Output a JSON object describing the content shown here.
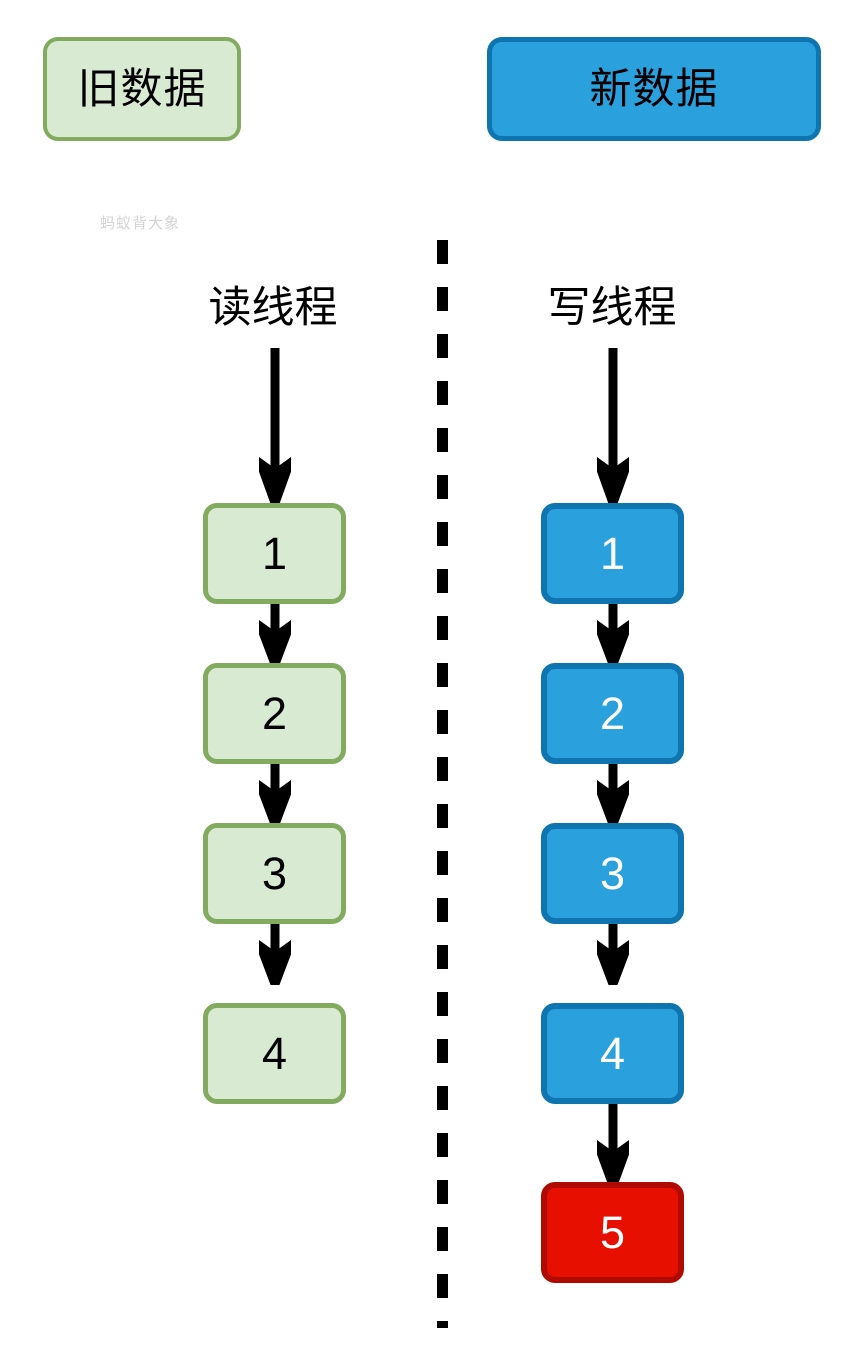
{
  "diagram": {
    "title_semantic": "read-write-thread-data-version-diagram",
    "watermark": "蚂蚁背大象",
    "legend": {
      "old_data": {
        "label": "旧数据",
        "fill": "#d9ead3",
        "stroke": "#82ab5f"
      },
      "new_data": {
        "label": "新数据",
        "fill": "#2aa0dc",
        "stroke": "#0f75b0"
      }
    },
    "columns": [
      {
        "id": "read-thread",
        "label": "读线程",
        "nodes": [
          {
            "label": "1",
            "style": "green"
          },
          {
            "label": "2",
            "style": "green"
          },
          {
            "label": "3",
            "style": "green"
          },
          {
            "label": "4",
            "style": "green"
          }
        ]
      },
      {
        "id": "write-thread",
        "label": "写线程",
        "nodes": [
          {
            "label": "1",
            "style": "blue"
          },
          {
            "label": "2",
            "style": "blue"
          },
          {
            "label": "3",
            "style": "blue"
          },
          {
            "label": "4",
            "style": "blue"
          },
          {
            "label": "5",
            "style": "red"
          }
        ]
      }
    ],
    "divider": {
      "style": "dashed-vertical",
      "color": "#000000"
    },
    "colors": {
      "green_fill": "#d9ead3",
      "green_stroke": "#82ab5f",
      "blue_fill": "#2aa0dc",
      "blue_stroke": "#0f75b0",
      "red_fill": "#e60f00",
      "red_stroke": "#b00b00",
      "arrow": "#000000",
      "watermark": "#d4d4d4"
    }
  }
}
